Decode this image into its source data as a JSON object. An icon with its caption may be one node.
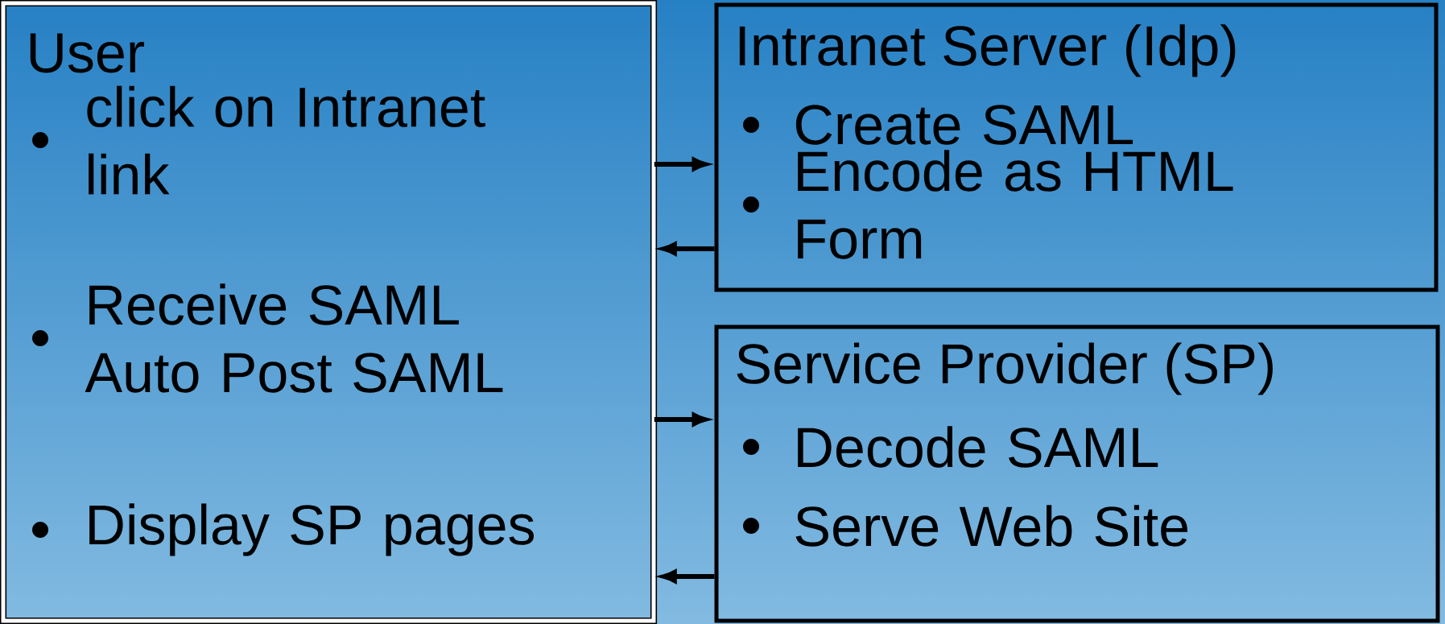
{
  "diagram": {
    "nodes": [
      {
        "text": [
          "User",
          "click on Intranet link",
          "Receive SAML Auto Post SAML",
          "Display SP pages"
        ]
      },
      {
        "text": [
          "Intranet Server (Idp)",
          "Create SAML",
          "Encode as HTML Form"
        ]
      },
      {
        "text": [
          "Service Provider (SP)",
          "Decode SAML",
          "Serve Web Site"
        ]
      }
    ],
    "edges": [
      {
        "from": 0,
        "to": 1,
        "arrow": "to"
      },
      {
        "from": 1,
        "to": 0,
        "arrow": "to"
      },
      {
        "from": 0,
        "to": 2,
        "arrow": "to"
      },
      {
        "from": 2,
        "to": 0,
        "arrow": "to"
      }
    ]
  }
}
